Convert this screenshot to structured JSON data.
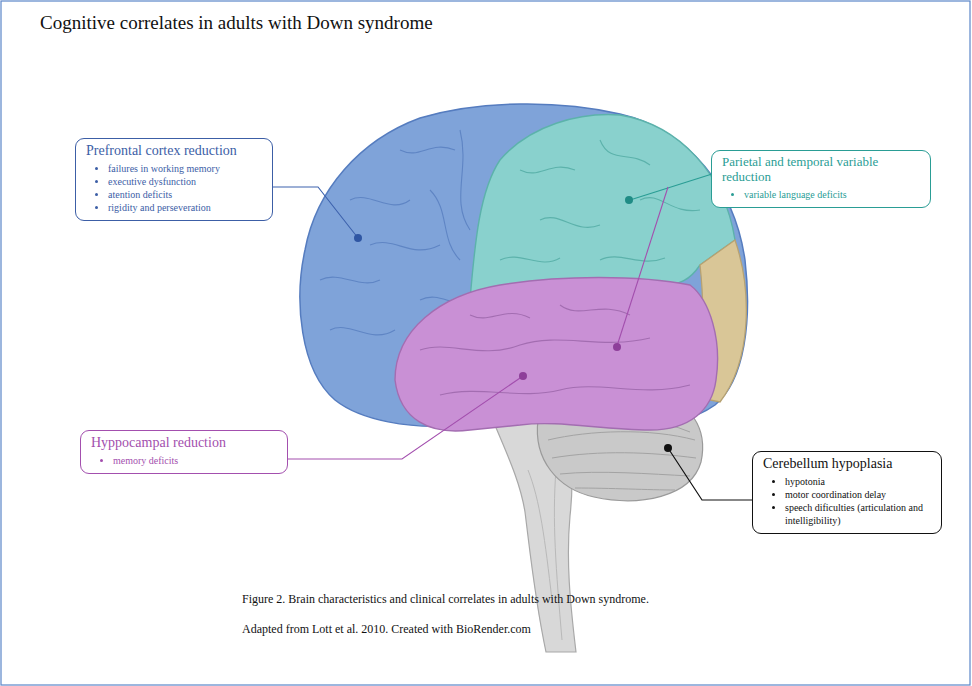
{
  "diagram": {
    "title": "Cognitive correlates in adults with Down syndrome",
    "caption": "Figure 2. Brain characteristics and clinical correlates in adults with Down syndrome.",
    "nodes": [
      {
        "text": [
          "Prefrontal cortex reduction",
          "failures in working memory",
          "executive dysfunction",
          "atention deficits",
          "rigidity and perseveration"
        ]
      },
      {
        "text": [
          "Parietal and temporal variable reduction",
          "variable language deficits"
        ]
      },
      {
        "text": [
          "Hyppocampal reduction",
          "memory deficits"
        ]
      },
      {
        "text": [
          "Cerebellum hypoplasia",
          "hypotonia",
          "motor coordination delay",
          "speech dificulties (articulation and intelligibility)"
        ]
      }
    ],
    "labels": [
      "Adapted from Lott et al. 2010. Created with BioRender.com"
    ]
  }
}
